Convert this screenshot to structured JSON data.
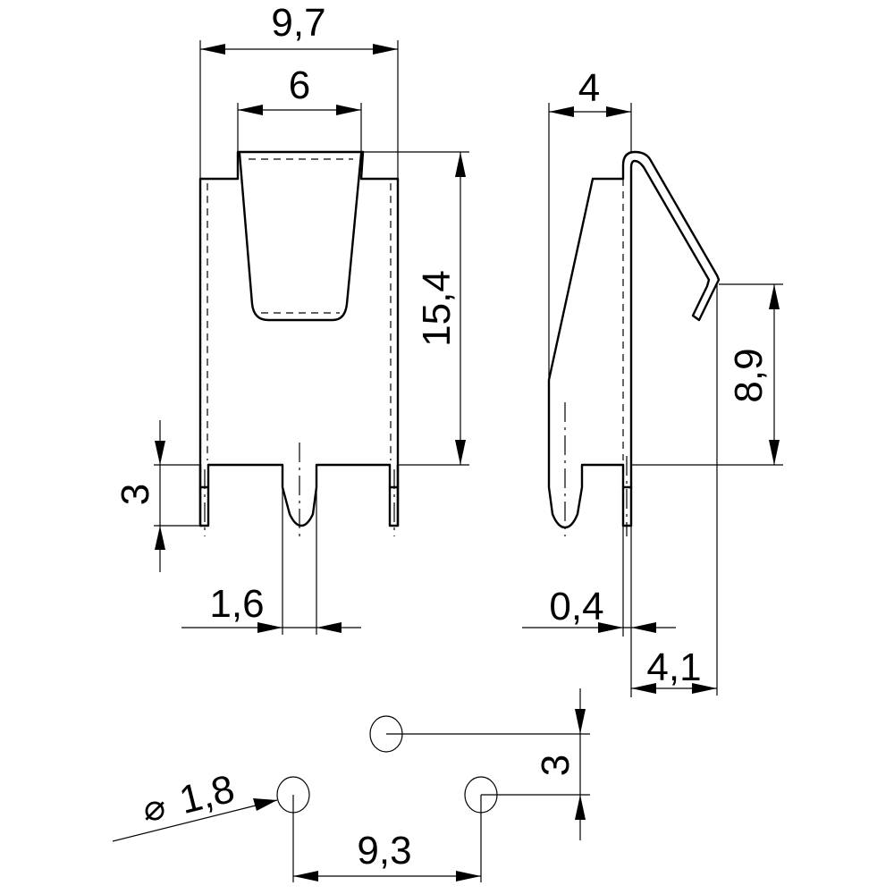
{
  "drawing": {
    "units": "mm",
    "background": "#ffffff",
    "line_color": "#000000",
    "views": {
      "front": {
        "dimensions": {
          "overall_width": "9,7",
          "tab_width": "6",
          "height": "15,4",
          "pin_length": "3",
          "center_pin_width": "1,6"
        }
      },
      "side": {
        "dimensions": {
          "depth": "4",
          "spring_height": "8,9",
          "thickness": "0,4",
          "spring_offset": "4,1"
        }
      },
      "footprint": {
        "dimensions": {
          "hole_diameter_symbol": "⌀",
          "hole_diameter": "1,8",
          "pin_spacing": "9,3",
          "row_offset": "3"
        }
      }
    }
  }
}
